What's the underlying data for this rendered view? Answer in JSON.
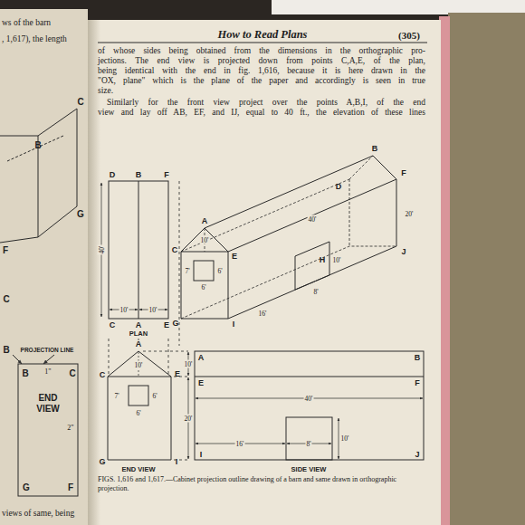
{
  "diagram": {
    "title": "How to Read Plans",
    "caption": "FIGS. 1,616 and 1,617.—Cabinet projection outline drawing of a barn and same drawn in orthographic projection.",
    "labels": [
      "(305)",
      "of whose sides being obtained from the dimensions in the orthographic pro-",
      "jections. The end view is projected down from points C,A,E, of the plan,",
      "being identical with the end in fig. 1,616, because it is here drawn in the",
      "\"OX, plane\" which is the plane of the paper and accordingly is seen in true",
      "size.",
      "Similarly for the front view project over the points A,B,I, of the end",
      "view and lay off AB, EF, and IJ, equal to 40 ft., the elevation of these lines",
      "D",
      "B",
      "F",
      "C",
      "A",
      "E",
      "40'",
      "10'",
      "10'",
      "PLAN",
      "B",
      "D",
      "F",
      "A",
      "10'",
      "C",
      "E",
      "7'",
      "6'",
      "6'",
      "40'",
      "20'",
      "H",
      "J",
      "10'",
      "8'",
      "16'",
      "G",
      "I",
      "A",
      "10'",
      "C",
      "E",
      "7'",
      "6'",
      "6'",
      "G",
      "I",
      "END VIEW",
      "A",
      "B",
      "E",
      "F",
      "10'",
      "20'",
      "40'",
      "16'",
      "8'",
      "10'",
      "I",
      "J",
      "SIDE VIEW",
      "ws of the barn",
      ", 1,617), the length",
      "B",
      "C",
      "G",
      "F",
      "C",
      "B",
      "PROJECTION LINE",
      "B",
      "C",
      "1\"",
      "END VIEW",
      "2\"",
      "G",
      "F",
      "views of same, being"
    ]
  }
}
